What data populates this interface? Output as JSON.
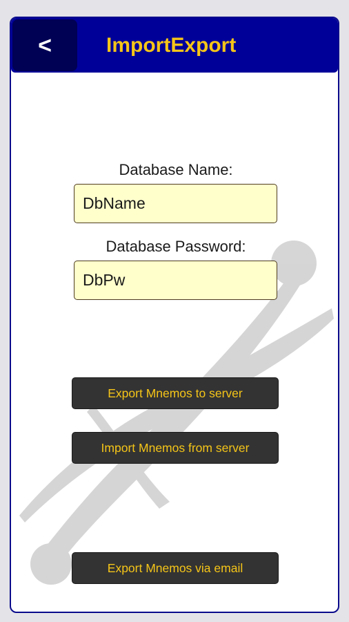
{
  "header": {
    "back_label": "<",
    "title": "ImportExport"
  },
  "form": {
    "db_name_label": "Database Name:",
    "db_name_value": "DbName",
    "db_password_label": "Database Password:",
    "db_password_value": "DbPw"
  },
  "actions": {
    "export_server_label": "Export Mnemos to server",
    "import_server_label": "Import Mnemos from server",
    "export_email_label": "Export Mnemos via email"
  },
  "colors": {
    "header_bg": "#000099",
    "back_button_bg": "#000055",
    "title_text": "#f5c518",
    "field_bg": "#ffffcc",
    "button_bg": "#333333",
    "button_text": "#f5c518"
  }
}
